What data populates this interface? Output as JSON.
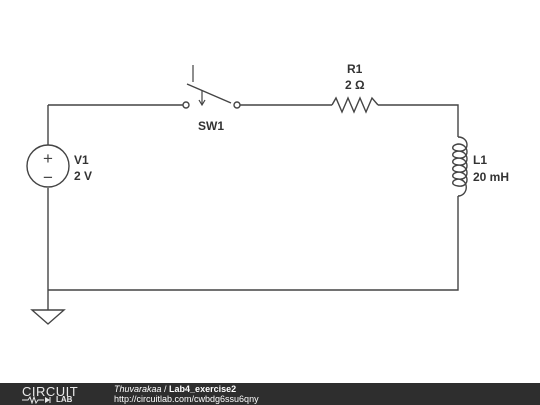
{
  "components": {
    "switch": {
      "name": "SW1"
    },
    "resistor": {
      "name": "R1",
      "value": "2 Ω"
    },
    "source": {
      "name": "V1",
      "value": "2 V",
      "plus": "+",
      "minus": "−"
    },
    "inductor": {
      "name": "L1",
      "value": "20 mH"
    }
  },
  "footer": {
    "logo_top": "CIRCUIT",
    "logo_bottom": "LAB",
    "author": "Thuvarakaa",
    "separator": " / ",
    "title": "Lab4_exercise2",
    "url": "http://circuitlab.com/cwbdg6ssu6qny"
  },
  "colors": {
    "wire": "#444444",
    "label": "#333333",
    "footer_bg": "#2e2e2e"
  }
}
